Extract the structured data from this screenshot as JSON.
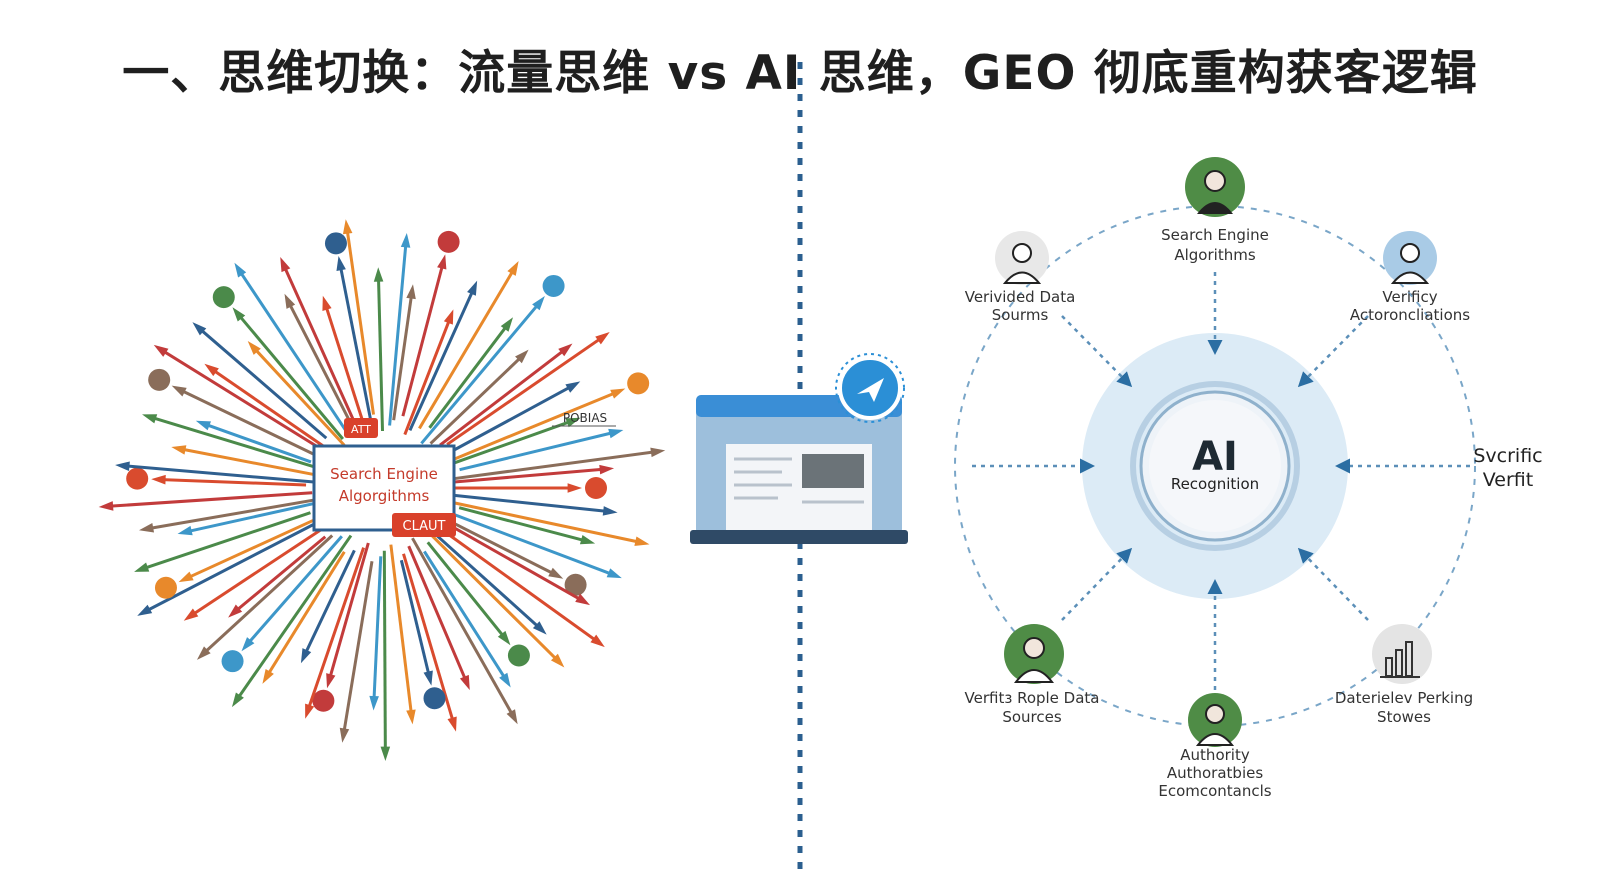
{
  "title": "一、思维切换：流量思维 vs AI 思维，GEO 彻底重构获客逻辑",
  "left": {
    "center_box": {
      "line1": "Search Engine",
      "line2": "Algorgithms"
    },
    "tags": {
      "claut": "CLAUT",
      "att": "ATT",
      "pobias": "POBIAS"
    },
    "ray_colors": [
      "#d94b2e",
      "#2f5f8f",
      "#e8892b",
      "#4b8a4a",
      "#3d97c9",
      "#8a6d5a",
      "#c23b3b"
    ]
  },
  "right": {
    "center": {
      "big": "AI",
      "small": "Recognition"
    },
    "nodes": {
      "top": {
        "l1": "Search Engine",
        "l2": "Algorithms",
        "avatar": "person-icon"
      },
      "upper_left": {
        "l1": "Verivided Data",
        "l2": "Sourms",
        "avatar": "person-icon"
      },
      "upper_right": {
        "l1": "Verificy",
        "l2": "Actoroncliations",
        "avatar": "person-icon"
      },
      "right": {
        "l1": "Svcrific",
        "l2": "Verfit"
      },
      "lower_left": {
        "l1": "Verfitɜ Rople Data",
        "l2": "Sources",
        "avatar": "person-icon"
      },
      "lower_right": {
        "l1": "Daterielev Perking",
        "l2": "Stowes",
        "avatar": "chart-icon"
      },
      "bottom": {
        "l1": "Authority",
        "l2": "Authoratbies",
        "l3": "Ecomcontancls",
        "avatar": "person-icon"
      }
    }
  },
  "colors": {
    "accent_blue": "#2b6ea3",
    "dash": "#5b8fb8",
    "green": "#4f8c46",
    "circle_fill": "#dcebf6"
  }
}
